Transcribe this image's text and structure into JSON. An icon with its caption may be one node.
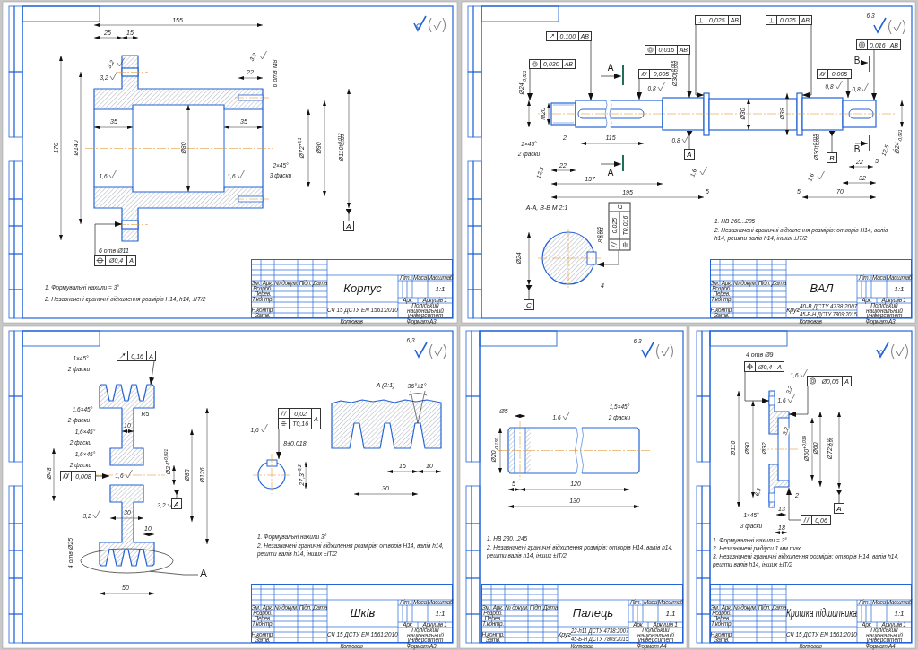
{
  "diagram": {
    "nodes": [
      {
        "text": [
          "Ø0,4",
          "A"
        ],
        "beside": [
          "6 отв Ø11"
        ]
      },
      {
        "text": [
          "A"
        ]
      },
      {
        "text": [
          "Корпус",
          "СЧ 15 ДСТУ EN 1561:2010",
          "1:1",
          "Поліський національний університет"
        ]
      },
      {
        "text": [
          "0,025",
          "AB"
        ]
      },
      {
        "text": [
          "0,025",
          "AB"
        ]
      },
      {
        "text": [
          "0,100",
          "AB"
        ]
      },
      {
        "text": [
          "0,016",
          "AB"
        ]
      },
      {
        "text": [
          "0,016",
          "AB"
        ]
      },
      {
        "text": [
          "0,030",
          "AB"
        ]
      },
      {
        "text": [
          "0,005"
        ]
      },
      {
        "text": [
          "0,005"
        ]
      },
      {
        "text": [
          "A"
        ]
      },
      {
        "text": [
          "B"
        ]
      },
      {
        "text": [
          "0,025",
          "T0,016",
          "C"
        ]
      },
      {
        "text": [
          "C"
        ]
      },
      {
        "text": [
          "ВАЛ",
          "Круг",
          "40-В ДСТУ 4738:2007",
          "45-Б-Н ДСТУ 7809:2015",
          "1:1",
          "Поліський національний університет"
        ]
      },
      {
        "text": [
          "0,16",
          "A"
        ]
      },
      {
        "text": [
          "0,02",
          "T0,16",
          "A"
        ]
      },
      {
        "text": [
          "0,008"
        ]
      },
      {
        "text": [
          "A"
        ]
      },
      {
        "text": [
          "A"
        ]
      },
      {
        "text": [],
        "shape": "ellipse"
      },
      {
        "text": [
          "Шків",
          "СЧ 15 ДСТУ EN 1561:2010",
          "1:1",
          "Поліський національний університет"
        ]
      },
      {
        "text": [
          "Палець",
          "Круг",
          "22-h11 ДСТУ 4738:2007",
          "45-Б-Н ДСТУ 7809:2015",
          "1:1",
          "Поліський національний університет"
        ]
      },
      {
        "text": [
          "Ø0,4",
          "A"
        ],
        "beside": [
          "4 отв Ø9"
        ]
      },
      {
        "text": [
          "Ø0,06",
          "A"
        ]
      },
      {
        "text": [
          "A"
        ]
      },
      {
        "text": [
          "0,06"
        ]
      },
      {
        "text": [
          "Кришка підшипника",
          "СЧ 15 ДСТУ EN 1561:2010",
          "1:1",
          "Поліський національний університет"
        ]
      },
      {
        "text": [],
        "shape": "picture"
      },
      {
        "text": [],
        "shape": "picture"
      },
      {
        "text": [],
        "shape": "circle"
      },
      {
        "text": [],
        "shape": "picture"
      },
      {
        "text": [],
        "shape": "picture"
      },
      {
        "text": [],
        "shape": "picture"
      }
    ],
    "edges": [
      {
        "from": 0,
        "to": 29,
        "arrow": "to"
      },
      {
        "from": 1,
        "to": null,
        "arrow": "other"
      },
      {
        "from": 3,
        "to": 30,
        "arrow": "to"
      },
      {
        "from": 4,
        "to": 30,
        "arrow": "to"
      },
      {
        "from": 5,
        "to": 30,
        "arrow": "to"
      },
      {
        "from": 6,
        "to": 30,
        "arrow": "to"
      },
      {
        "from": 7,
        "to": 30,
        "arrow": "to"
      },
      {
        "from": 8,
        "to": 30,
        "arrow": "to"
      },
      {
        "from": 9,
        "to": 30,
        "arrow": "to"
      },
      {
        "from": 10,
        "to": 30,
        "arrow": "to"
      },
      {
        "from": 11,
        "to": 30,
        "arrow": "other"
      },
      {
        "from": 12,
        "to": 30,
        "arrow": "other"
      },
      {
        "from": 13,
        "to": 31,
        "arrow": "to"
      },
      {
        "from": 14,
        "to": null,
        "arrow": "other"
      },
      {
        "from": 16,
        "to": 32,
        "arrow": "to"
      },
      {
        "from": 17,
        "to": 33,
        "arrow": "to"
      },
      {
        "from": 18,
        "to": 32,
        "arrow": "to"
      },
      {
        "from": 19,
        "to": null,
        "arrow": "other"
      },
      {
        "from": 20,
        "to": 21,
        "arrow": "none"
      },
      {
        "from": 24,
        "to": 34,
        "arrow": "to"
      },
      {
        "from": 25,
        "to": 34,
        "arrow": "to"
      },
      {
        "from": 26,
        "to": null,
        "arrow": "other"
      },
      {
        "from": 27,
        "to": 34,
        "arrow": "to"
      }
    ],
    "labels": [
      "155",
      "25",
      "15",
      "3,2",
      "3,2",
      "3,2",
      "22",
      "6 отв М8",
      "170",
      "Ø140",
      "35",
      "35",
      "Ø80",
      "Ø72$^{+0,1}$",
      "Ø90",
      "Ø110$^{+0,012}$$_{-0,010}$",
      "1,6",
      "1,6",
      "2×45°",
      "3 фаски",
      "1. Формувальні нахили = 3°",
      "2. Незазначені граничні відхилення розмірів H14, h14, ±IT/2",
      "Зм.",
      "Арк.",
      "№ докум.",
      "Підп.",
      "Дата",
      "Розроб.",
      "Перев.",
      "Т.контр.",
      "Н.контр.",
      "Затв.",
      "Літ.",
      "Маса",
      "Масштаб",
      "Арк.",
      "Аркушів 1",
      "Копіював",
      "Формат A3",
      "A",
      "A",
      "B",
      "B",
      "Ø24$_{-0,021}$",
      "M20",
      "2×45°",
      "2 фаски",
      "2",
      "115",
      "22",
      "12,5",
      "157",
      "195",
      "0,8",
      "0,8",
      "Ø30$^{+0,015}$$_{+0,002}$",
      "Ø30",
      "Ø38",
      "1,6",
      "5",
      "Ø30$^{+0,015}$$_{+0,002}$",
      "1,6",
      "5",
      "70",
      "0,8",
      "0,8",
      "22",
      "5",
      "32",
      "12,5",
      "Ø24$_{-0,021}$",
      "A-A, B-B M 2:1",
      "Ø24",
      "8$^{-0,015}$$_{-0,051}$",
      "4",
      "1. НВ 260...285",
      "2. Незазначені граничні відхилення розмірів: отворів H14, валів h14, решти валів h14, інших ±IT/2",
      "6,3",
      "Зм.",
      "Арк.",
      "№ докум.",
      "Підп.",
      "Дата",
      "Розроб.",
      "Перев.",
      "Т.контр.",
      "Н.контр.",
      "Затв.",
      "Літ.",
      "Маса",
      "Масштаб",
      "Арк.",
      "Аркушів 1",
      "Копіював",
      "Формат A3",
      "6,3",
      "1×45°",
      "2 фаски",
      "1,6×45°",
      "2 фаски",
      "1,6×45°",
      "2 фаски",
      "1,6×45°",
      "2 фаски",
      "R5",
      "10",
      "Ø48",
      "1,6",
      "Ø24$^{+0,021}$",
      "Ø85",
      "Ø126",
      "3,2",
      "3,2",
      "30",
      "10",
      "4 отв Ø25",
      "50",
      "A (2:1)",
      "36°±1°",
      "15",
      "10",
      "30",
      "1,6",
      "8±0,018",
      "27,3$^{+0,2}$",
      "1. Формувальні нахили 3°",
      "2. Незазначені граничні відхилення розмірів: отворів H14, валів h14, решти валів h14, інших ±IT/2",
      "Зм.",
      "Арк.",
      "№ докум.",
      "Підп.",
      "Дата",
      "Розроб.",
      "Перев.",
      "Т.контр.",
      "Н.контр.",
      "Затв.",
      "Літ.",
      "Маса",
      "Масштаб",
      "Арк.",
      "Аркушів 1",
      "Копіював",
      "Формат A3",
      "6,3",
      "Ø5",
      "1,6",
      "1,5×45°",
      "2 фаски",
      "Ø20$_{-0,130}$",
      "5",
      "120",
      "130",
      "1. НВ 230...245",
      "2. Незазначені граничні відхилення розмірів: отворів H14, валів h14, решти валів h14, інших ±IT/2",
      "Зм.",
      "Арк.",
      "№ докум.",
      "Підп.",
      "Дата",
      "Розроб.",
      "Перев.",
      "Т.контр.",
      "Н.контр.",
      "Затв.",
      "Літ.",
      "Маса",
      "Масштаб",
      "Арк.",
      "Аркушів 1",
      "Копіював",
      "Формат A4",
      "1,6",
      "3,2",
      "1,6",
      "3,2",
      "Ø110",
      "Ø90",
      "Ø32",
      "Ø50$^{+0,039}$",
      "Ø60",
      "Ø72$^{-0,03}$$_{-0,06}$",
      "6,3",
      "2",
      "13",
      "1×45°",
      "3 фаски",
      "18",
      "1. Формувальні нахили = 3°",
      "2. Незазначені радіуси 1 мм max",
      "3. Незазначені граничні відхилення розмірів: отворів H14, валів h14, решти валів h14, інших ±IT/2",
      "Зм.",
      "Арк.",
      "№ докум.",
      "Підп.",
      "Дата",
      "Розроб.",
      "Перев.",
      "Т.контр.",
      "Н.контр.",
      "Затв.",
      "Літ.",
      "Маса",
      "Масштаб",
      "Арк.",
      "Аркушів 1",
      "Копіював",
      "Формат A4"
    ]
  }
}
